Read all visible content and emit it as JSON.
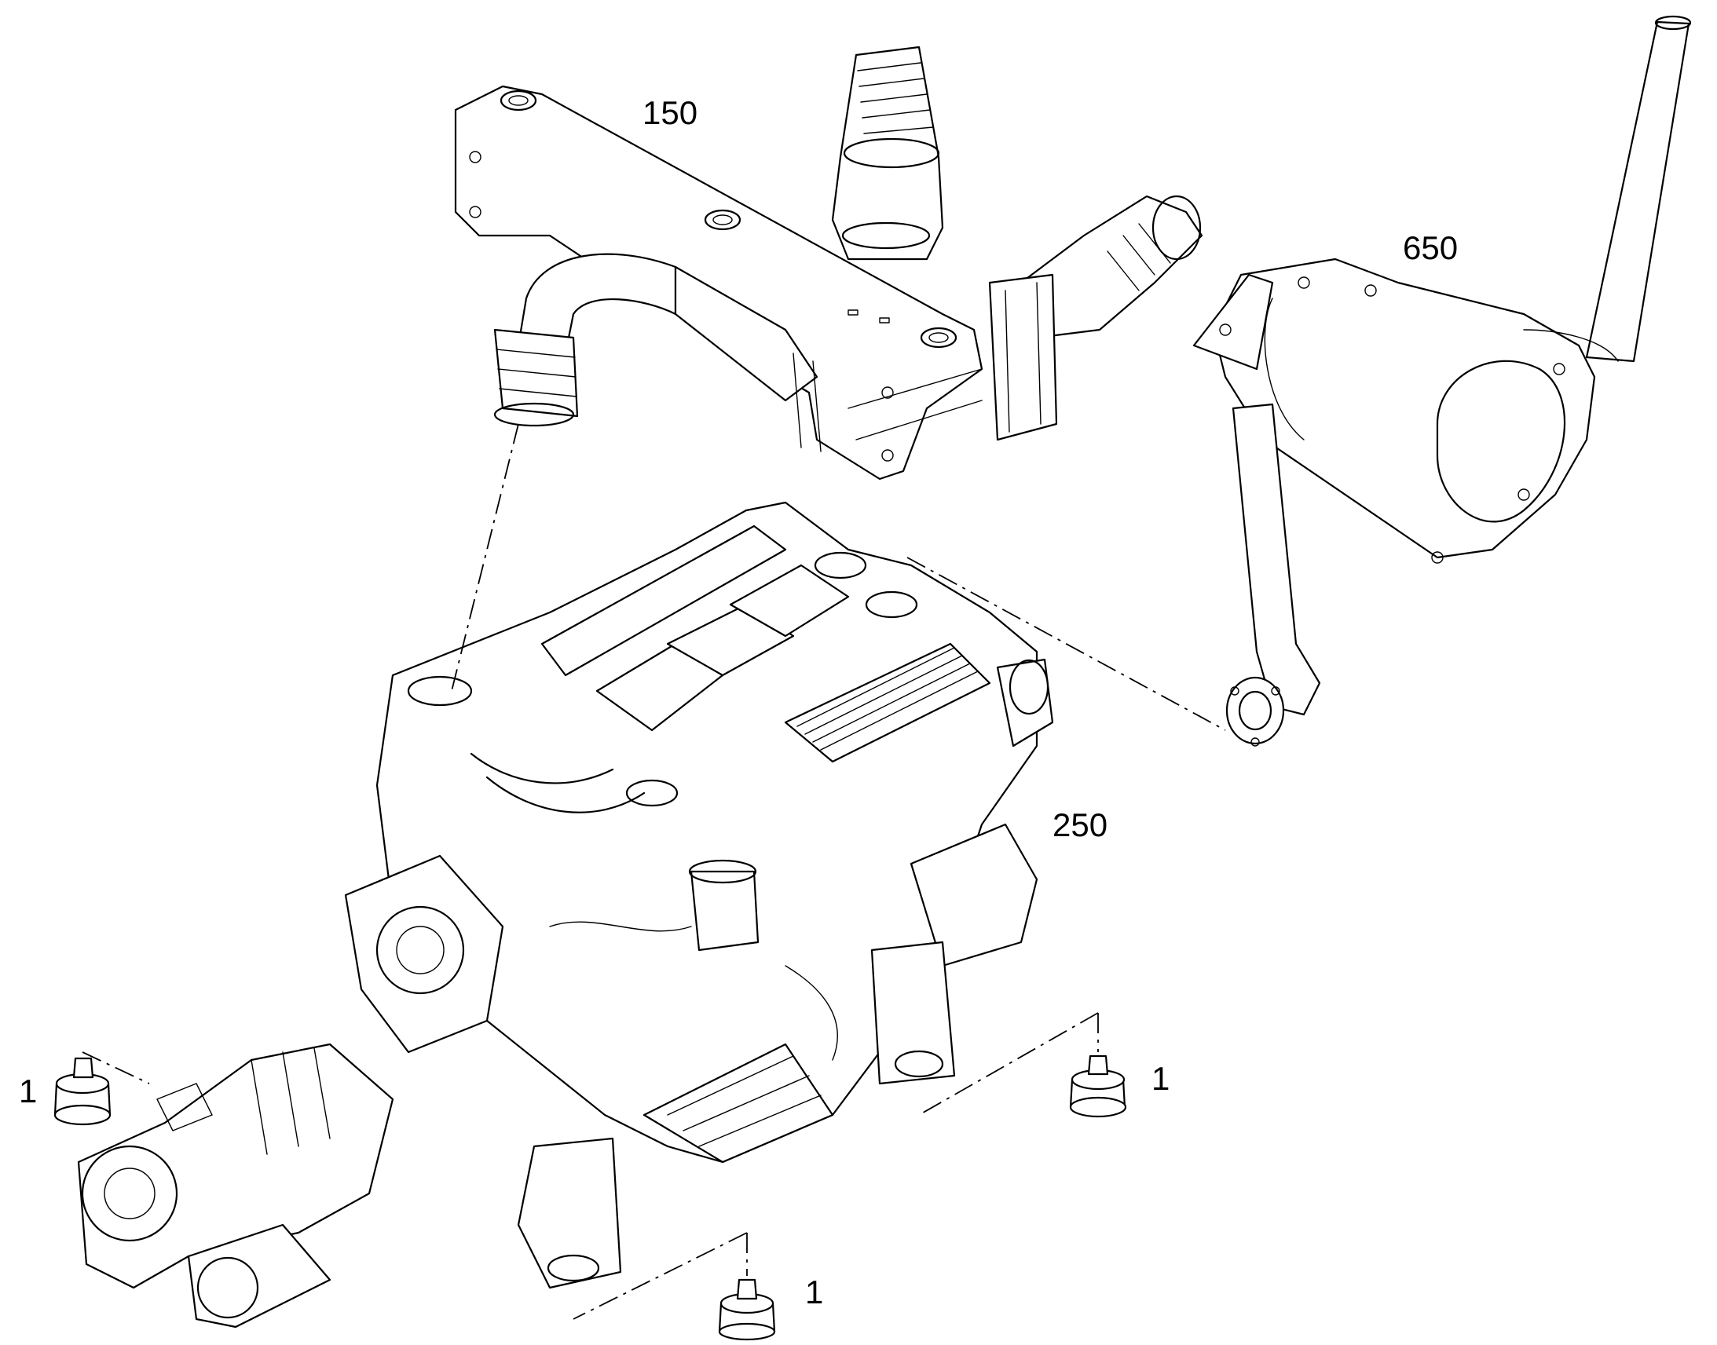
{
  "callouts": {
    "intake_pipe": "150",
    "muffler": "650",
    "engine": "250",
    "mount_left": "1",
    "mount_right": "1",
    "mount_bottom": "1"
  },
  "colors": {
    "line": "#000000",
    "background": "#ffffff"
  }
}
